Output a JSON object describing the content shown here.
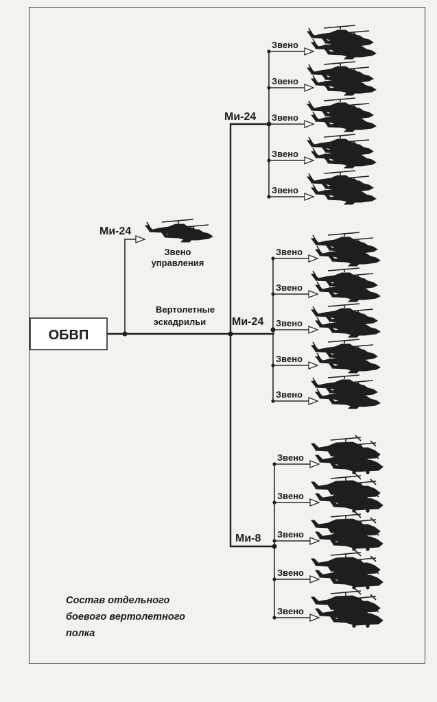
{
  "root": {
    "label": "ОБВП"
  },
  "command_flight": {
    "type_label": "Ми-24",
    "caption_line1": "Звено",
    "caption_line2": "управления"
  },
  "main_branch": {
    "caption_line1": "Вертолетные",
    "caption_line2": "эскадрильи"
  },
  "squadrons": [
    {
      "type_label": "Ми-24",
      "aircraft": "mi-24",
      "flights": [
        "Звено",
        "Звено",
        "Звено",
        "Звено",
        "Звено"
      ]
    },
    {
      "type_label": "Ми-24",
      "aircraft": "mi-24",
      "flights": [
        "Звено",
        "Звено",
        "Звено",
        "Звено",
        "Звено"
      ]
    },
    {
      "type_label": "Ми-8",
      "aircraft": "mi-8",
      "flights": [
        "Звено",
        "Звено",
        "Звено",
        "Звено",
        "Звено"
      ]
    }
  ],
  "title": {
    "line1": "Состав отдельного",
    "line2": "боевого вертолетного",
    "line3": "полка"
  },
  "icons": {
    "helicopter_group": "helicopter-silhouette-icon",
    "arrow": "open-arrow-icon"
  },
  "colors": {
    "ink": "#1e1e1e",
    "paper": "#f3f2ee"
  }
}
